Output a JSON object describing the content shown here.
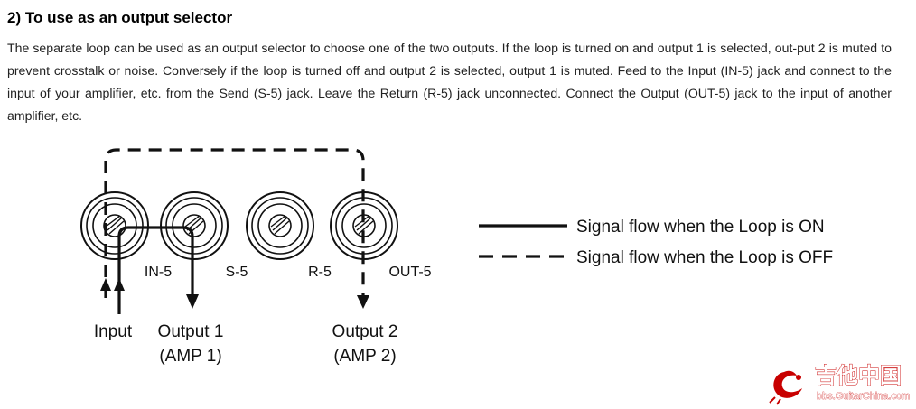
{
  "section": {
    "heading": "2) To use as an output selector",
    "paragraph": "The separate loop can be used as an output selector to choose one of the two outputs. If the loop is turned on and output 1 is selected, out-put 2 is muted to prevent crosstalk or noise. Conversely if the loop is turned off and output 2 is selected, output 1 is muted. Feed to the Input (IN-5) jack and connect to the input of your amplifier, etc. from the Send (S-5) jack. Leave the Return (R-5) jack unconnected. Connect the Output (OUT-5) jack to the input of another amplifier, etc."
  },
  "diagram": {
    "jacks": [
      {
        "label": "IN-5"
      },
      {
        "label": "S-5"
      },
      {
        "label": "R-5"
      },
      {
        "label": "OUT-5"
      }
    ],
    "ports": {
      "input": "Input",
      "output1_line1": "Output 1",
      "output1_line2": "(AMP 1)",
      "output2_line1": "Output 2",
      "output2_line2": "(AMP 2)"
    },
    "legend": {
      "solid": "Signal flow when the Loop is ON",
      "dashed": "Signal flow when the Loop is OFF"
    }
  },
  "watermark": {
    "brand": "吉他中国",
    "url": "bbs.GuitarChina.com",
    "color": "#c80000"
  }
}
